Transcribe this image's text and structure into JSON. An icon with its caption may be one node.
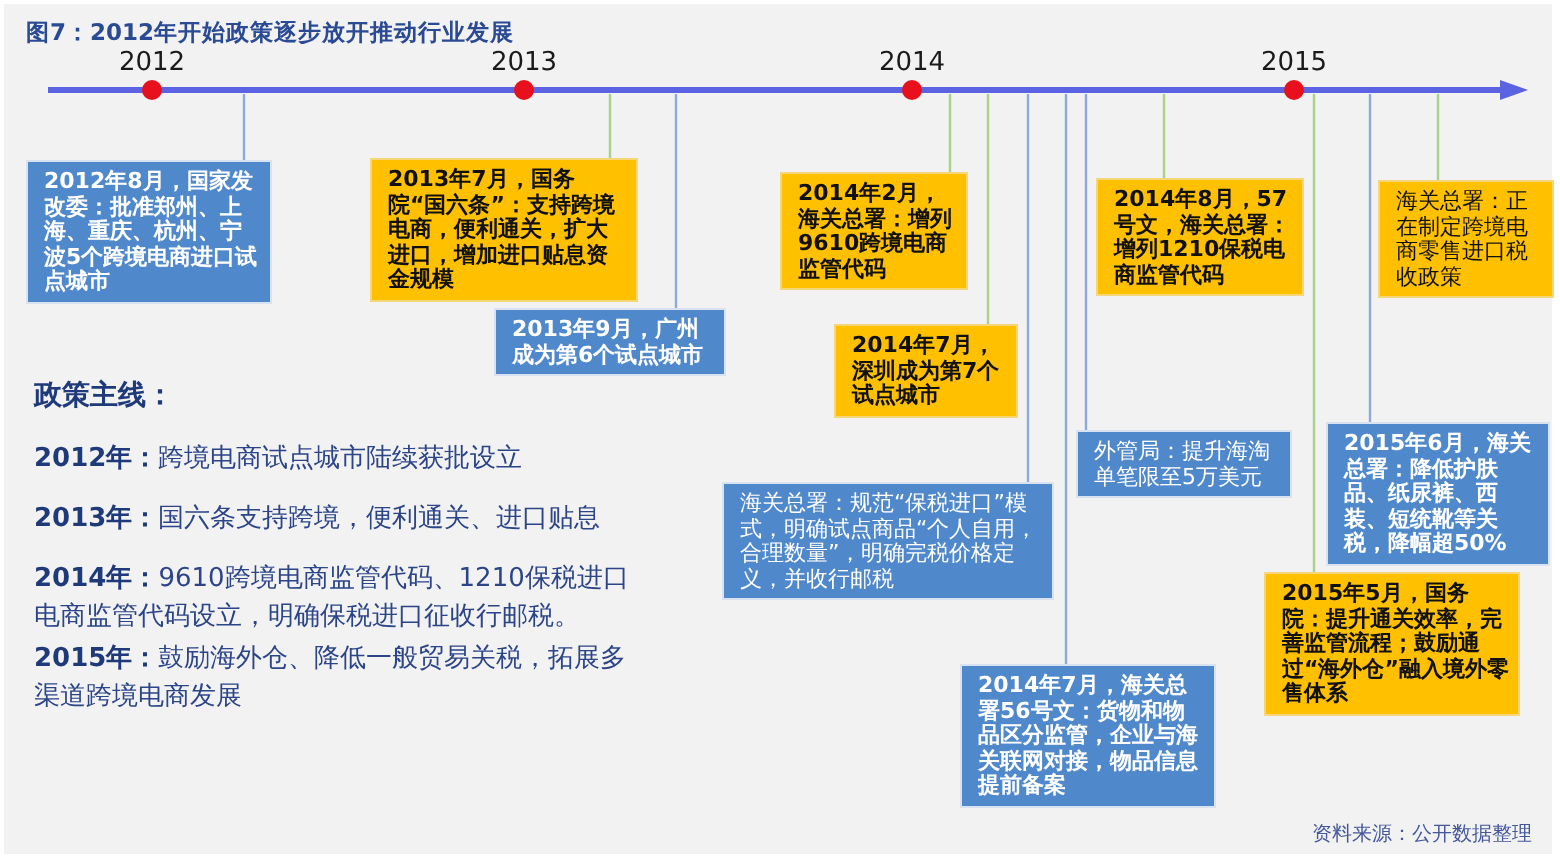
{
  "diagram": {
    "title": "图7：2012年开始政策逐步放开推动行业发展",
    "nodes": [
      {
        "text": [
          "2012年8月，国家发改委：批准郑州、上海、重庆、杭州、宁波5个跨境电商进口试点城市"
        ]
      },
      {
        "text": [
          "2013年7月，国务院“国六条”：支持跨境电商，便利通关，扩大进口，增加进口贴息资金规模"
        ]
      },
      {
        "text": [
          "2013年9月，广州成为第6个试点城市"
        ]
      },
      {
        "text": [
          "2014年2月，海关总署：增列9610跨境电商监管代码"
        ]
      },
      {
        "text": [
          "2014年7月，深圳成为第7个试点城市"
        ]
      },
      {
        "text": [
          "海关总署：规范“保税进口”模式，明确试点商品“个人自用，合理数量”，明确完税价格定义，并收行邮税"
        ]
      },
      {
        "text": [
          "2014年7月，海关总署56号文：货物和物品区分监管，企业与海关联网对接，物品信息提前备案"
        ]
      },
      {
        "text": [
          "2014年8月，57号文，海关总署：增列1210保税电商监管代码"
        ]
      },
      {
        "text": [
          "外管局：提升海淘单笔限至5万美元"
        ]
      },
      {
        "text": [
          "2015年5月，国务院：提升通关效率，完善监管流程；鼓励通过“海外仓”融入境外零售体系"
        ]
      },
      {
        "text": [
          "2015年6月，海关总署：降低护肤品、纸尿裤、西装、短统靴等关税，降幅超50%"
        ]
      },
      {
        "text": [
          "海关总署：正在制定跨境电商零售进口税收政策"
        ]
      }
    ],
    "edges": [
      {
        "from": null,
        "to": 0,
        "arrow": "none"
      },
      {
        "from": null,
        "to": 1,
        "arrow": "none",
        "color": "#a9d18e"
      },
      {
        "from": null,
        "to": 2,
        "arrow": "none"
      },
      {
        "from": null,
        "to": 3,
        "arrow": "none",
        "color": "#a9d18e"
      },
      {
        "from": null,
        "to": 4,
        "arrow": "none",
        "color": "#a9d18e"
      },
      {
        "from": null,
        "to": 5,
        "arrow": "none"
      },
      {
        "from": null,
        "to": 6,
        "arrow": "none"
      },
      {
        "from": null,
        "to": 7,
        "arrow": "none",
        "color": "#a9d18e"
      },
      {
        "from": null,
        "to": 8,
        "arrow": "none"
      },
      {
        "from": null,
        "to": 9,
        "arrow": "none",
        "color": "#a9d18e"
      },
      {
        "from": null,
        "to": 10,
        "arrow": "none"
      },
      {
        "from": null,
        "to": 11,
        "arrow": "none",
        "color": "#a9d18e"
      }
    ],
    "labels": [
      "2012",
      "2013",
      "2014",
      "2015",
      "政策主线：",
      "**2012年：**跨境电商试点城市陆续获批设立",
      "**2013年：**国六条支持跨境，便利通关、进口贴息",
      "**2014年：**9610跨境电商监管代码、1210保税进口电商监管代码设立，明确保税进口征收行邮税。",
      "**2015年：**鼓励海外仓、降低一般贸易关税，拓展多渠道跨境电商发展",
      "资料来源：公开数据整理"
    ]
  }
}
